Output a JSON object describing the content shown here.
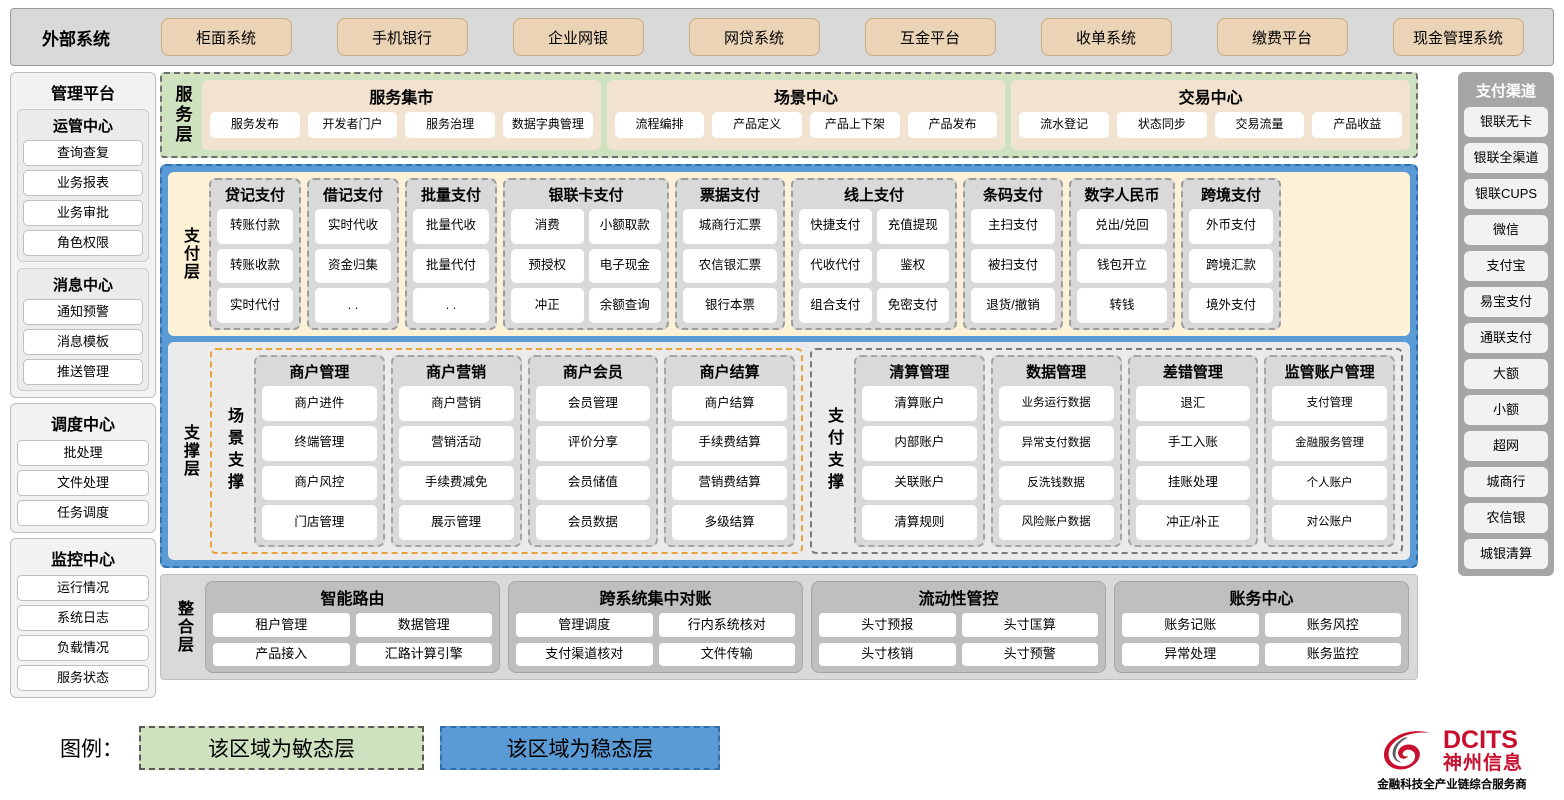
{
  "external": {
    "title": "外部系统",
    "items": [
      "柜面系统",
      "手机银行",
      "企业网银",
      "网贷系统",
      "互金平台",
      "收单系统",
      "缴费平台",
      "现金管理系统"
    ]
  },
  "management_platform": {
    "title": "管理平台",
    "groups": [
      {
        "title": "运管中心",
        "items": [
          "查询查复",
          "业务报表",
          "业务审批",
          "角色权限"
        ]
      },
      {
        "title": "消息中心",
        "items": [
          "通知预警",
          "消息模板",
          "推送管理"
        ]
      }
    ]
  },
  "dispatch_center": {
    "title": "调度中心",
    "items": [
      "批处理",
      "文件处理",
      "任务调度"
    ]
  },
  "monitor_center": {
    "title": "监控中心",
    "items": [
      "运行情况",
      "系统日志",
      "负载情况",
      "服务状态"
    ]
  },
  "service_layer": {
    "label": "服务层",
    "boxes": [
      {
        "title": "服务集市",
        "items": [
          "服务发布",
          "开发者门户",
          "服务治理",
          "数据字典管理"
        ]
      },
      {
        "title": "场景中心",
        "items": [
          "流程编排",
          "产品定义",
          "产品上下架",
          "产品发布"
        ]
      },
      {
        "title": "交易中心",
        "items": [
          "流水登记",
          "状态同步",
          "交易流量",
          "产品收益"
        ]
      }
    ]
  },
  "payment_layer": {
    "label": "支付层",
    "cards": [
      {
        "title": "贷记支付",
        "cols": 1,
        "items": [
          "转账付款",
          "转账收款",
          "实时代付"
        ]
      },
      {
        "title": "借记支付",
        "cols": 1,
        "items": [
          "实时代收",
          "资金归集",
          ". ."
        ]
      },
      {
        "title": "批量支付",
        "cols": 1,
        "items": [
          "批量代收",
          "批量代付",
          ". ."
        ]
      },
      {
        "title": "银联卡支付",
        "cols": 2,
        "items": [
          "消费",
          "小额取款",
          "预授权",
          "电子现金",
          "冲正",
          "余额查询"
        ]
      },
      {
        "title": "票据支付",
        "cols": 1,
        "items": [
          "城商行汇票",
          "农信银汇票",
          "银行本票"
        ]
      },
      {
        "title": "线上支付",
        "cols": 2,
        "items": [
          "快捷支付",
          "充值提现",
          "代收代付",
          "鉴权",
          "组合支付",
          "免密支付"
        ]
      },
      {
        "title": "条码支付",
        "cols": 1,
        "items": [
          "主扫支付",
          "被扫支付",
          "退货/撤销"
        ]
      },
      {
        "title": "数字人民币",
        "cols": 1,
        "items": [
          "兑出/兑回",
          "钱包开立",
          "转钱"
        ]
      },
      {
        "title": "跨境支付",
        "cols": 1,
        "items": [
          "外币支付",
          "跨境汇款",
          "境外支付"
        ]
      }
    ]
  },
  "support_layer": {
    "label": "支撑层",
    "scene": {
      "label": "场景支撑",
      "cards": [
        {
          "title": "商户管理",
          "items": [
            "商户进件",
            "终端管理",
            "商户风控",
            "门店管理"
          ]
        },
        {
          "title": "商户营销",
          "items": [
            "商户营销",
            "营销活动",
            "手续费减免",
            "展示管理"
          ]
        },
        {
          "title": "商户会员",
          "items": [
            "会员管理",
            "评价分享",
            "会员储值",
            "会员数据"
          ]
        },
        {
          "title": "商户结算",
          "items": [
            "商户结算",
            "手续费结算",
            "营销费结算",
            "多级结算"
          ]
        }
      ]
    },
    "paysupport": {
      "label": "支付支撑",
      "cards": [
        {
          "title": "清算管理",
          "items": [
            "清算账户",
            "内部账户",
            "关联账户",
            "清算规则"
          ]
        },
        {
          "title": "数据管理",
          "items": [
            "业务运行数据",
            "异常支付数据",
            "反洗钱数据",
            "风险账户数据"
          ]
        },
        {
          "title": "差错管理",
          "items": [
            "退汇",
            "手工入账",
            "挂账处理",
            "冲正/补正"
          ]
        },
        {
          "title": "监管账户管理",
          "items": [
            "支付管理",
            "金融服务管理",
            "个人账户",
            "对公账户"
          ]
        }
      ]
    }
  },
  "integration_layer": {
    "label": "整合层",
    "cards": [
      {
        "title": "智能路由",
        "items": [
          "租户管理",
          "数据管理",
          "产品接入",
          "汇路计算引擎"
        ]
      },
      {
        "title": "跨系统集中对账",
        "items": [
          "管理调度",
          "行内系统核对",
          "支付渠道核对",
          "文件传输"
        ]
      },
      {
        "title": "流动性管控",
        "items": [
          "头寸预报",
          "头寸匡算",
          "头寸核销",
          "头寸预警"
        ]
      },
      {
        "title": "账务中心",
        "items": [
          "账务记账",
          "账务风控",
          "异常处理",
          "账务监控"
        ]
      }
    ]
  },
  "payment_channels": {
    "title": "支付渠道",
    "items": [
      "银联无卡",
      "银联全渠道",
      "银联CUPS",
      "微信",
      "支付宝",
      "易宝支付",
      "通联支付",
      "大额",
      "小额",
      "超网",
      "城商行",
      "农信银",
      "城银清算"
    ]
  },
  "legend": {
    "label": "图例：",
    "agile": "该区域为敏态层",
    "stable": "该区域为稳态层"
  },
  "logo": {
    "en": "DCITS",
    "cn": "神州信息",
    "tagline": "金融科技全产业链综合服务商"
  },
  "colors": {
    "agile_green": "#cfe2c0",
    "stable_blue": "#5b9bd5",
    "payment_yellow": "#fdf2d6",
    "external_tan": "#ebd4b5",
    "scene_orange": "#e8a33d",
    "brand_red": "#c8102e"
  }
}
